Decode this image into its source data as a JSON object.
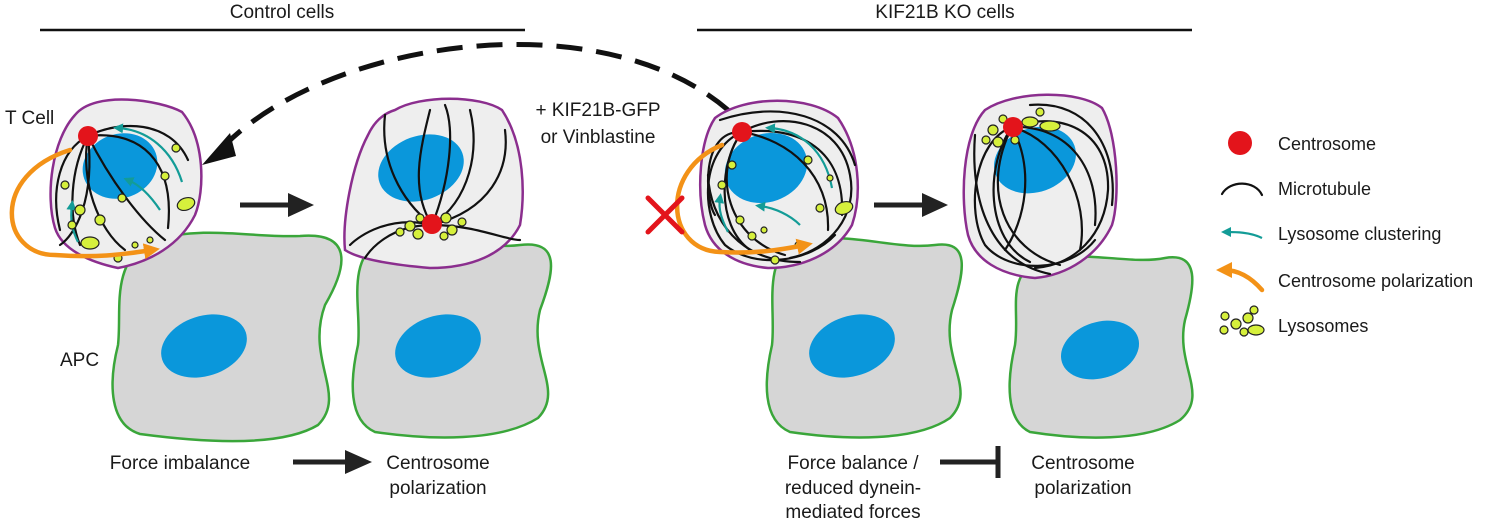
{
  "headers": {
    "control": "Control cells",
    "ko": "KIF21B KO cells"
  },
  "labels": {
    "t_cell": "T Cell",
    "apc": "APC",
    "rescue_line1": "+ KIF21B-GFP",
    "rescue_line2": "or Vinblastine"
  },
  "bottom": {
    "control_cause": "Force imbalance",
    "control_effect_line1": "Centrosome",
    "control_effect_line2": "polarization",
    "ko_cause_line1": "Force balance /",
    "ko_cause_line2": "reduced dynein-",
    "ko_cause_line3": "mediated forces",
    "ko_effect_line1": "Centrosome",
    "ko_effect_line2": "polarization"
  },
  "legend": [
    {
      "label": "Centrosome",
      "icon": "centrosome-icon"
    },
    {
      "label": "Microtubule",
      "icon": "microtubule-icon"
    },
    {
      "label": "Lysosome clustering",
      "icon": "lysosome-clustering-arrow-icon"
    },
    {
      "label": "Centrosome polarization",
      "icon": "centrosome-polarization-arrow-icon"
    },
    {
      "label": "Lysosomes",
      "icon": "lysosomes-icon"
    }
  ],
  "colors": {
    "centrosome": "#e3141b",
    "nucleus": "#0a97db",
    "lysosome": "#d6f03c",
    "t_cell_outline": "#8b2e8e",
    "apc_outline": "#3aa63a",
    "lysosome_clustering": "#139c97",
    "centrosome_polarization": "#f39217"
  }
}
